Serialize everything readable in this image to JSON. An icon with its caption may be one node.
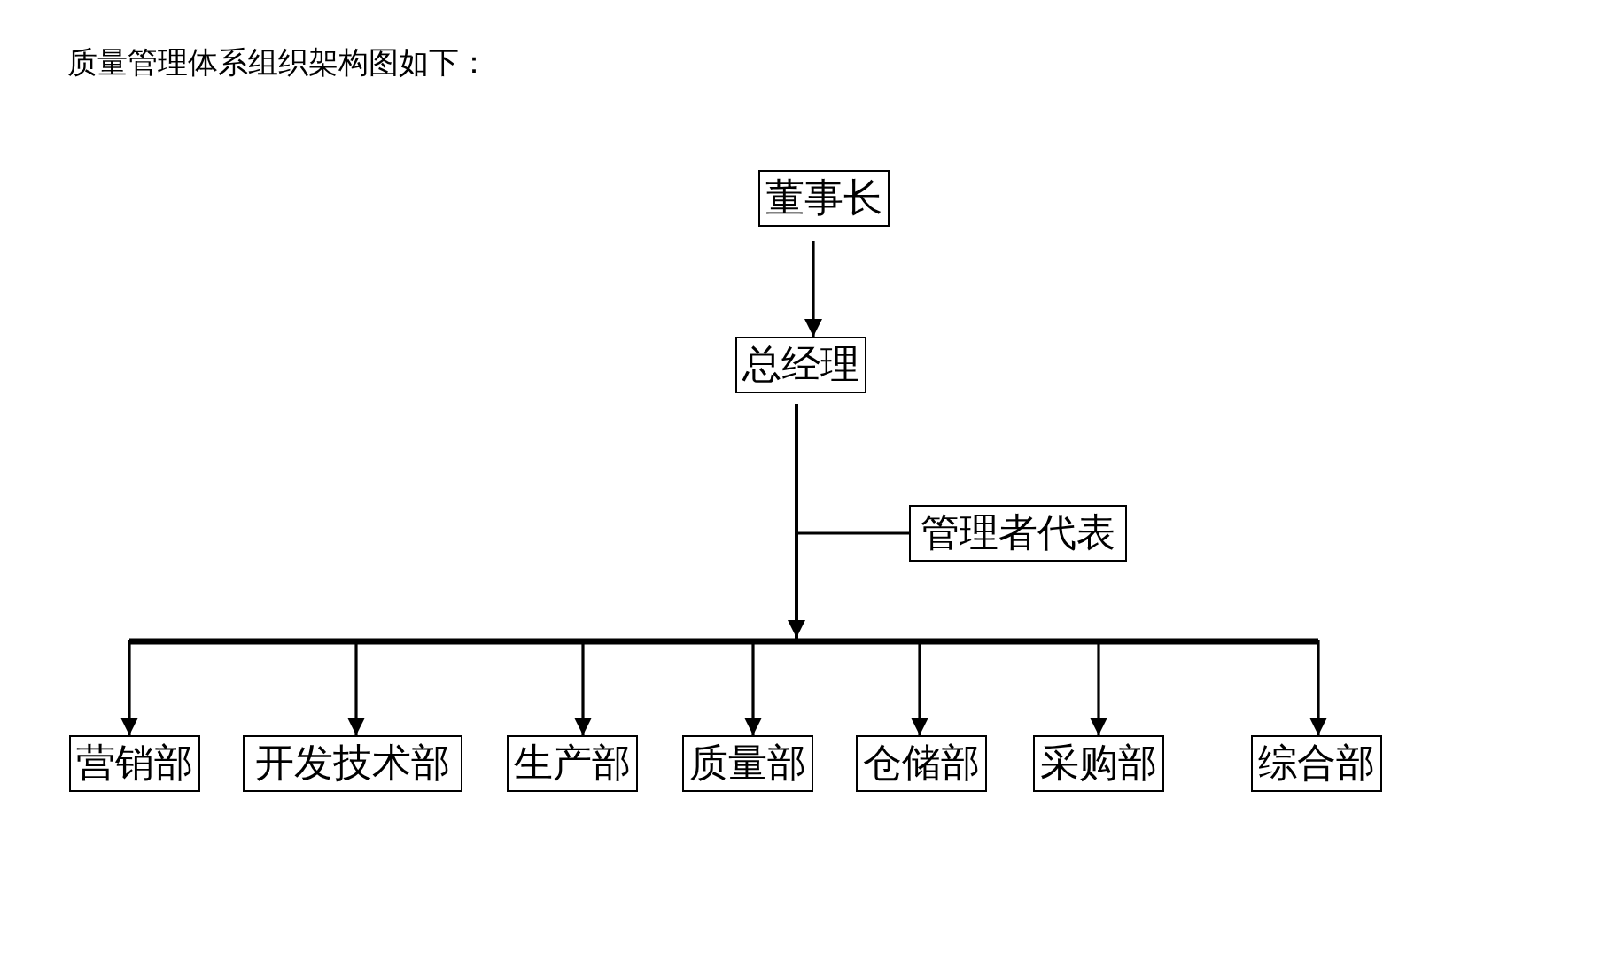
{
  "diagram": {
    "title": "质量管理体系组织架构图如下：",
    "nodes": [
      {
        "text": [
          "董事长"
        ]
      },
      {
        "text": [
          "总经理"
        ]
      },
      {
        "text": [
          "管理者代表"
        ]
      },
      {
        "text": [
          "营销部"
        ]
      },
      {
        "text": [
          "开发技术部"
        ]
      },
      {
        "text": [
          "生产部"
        ]
      },
      {
        "text": [
          "质量部"
        ]
      },
      {
        "text": [
          "仓储部"
        ]
      },
      {
        "text": [
          "采购部"
        ]
      },
      {
        "text": [
          "综合部"
        ]
      }
    ],
    "edges": [
      {
        "from": 0,
        "to": 1,
        "arrow": "to"
      },
      {
        "from": 1,
        "to": 2,
        "arrow": "none"
      },
      {
        "from": 1,
        "to": 3,
        "arrow": "to"
      },
      {
        "from": 1,
        "to": 4,
        "arrow": "to"
      },
      {
        "from": 1,
        "to": 5,
        "arrow": "to"
      },
      {
        "from": 1,
        "to": 6,
        "arrow": "to"
      },
      {
        "from": 1,
        "to": 7,
        "arrow": "to"
      },
      {
        "from": 1,
        "to": 8,
        "arrow": "to"
      },
      {
        "from": 1,
        "to": 9,
        "arrow": "to"
      }
    ]
  }
}
